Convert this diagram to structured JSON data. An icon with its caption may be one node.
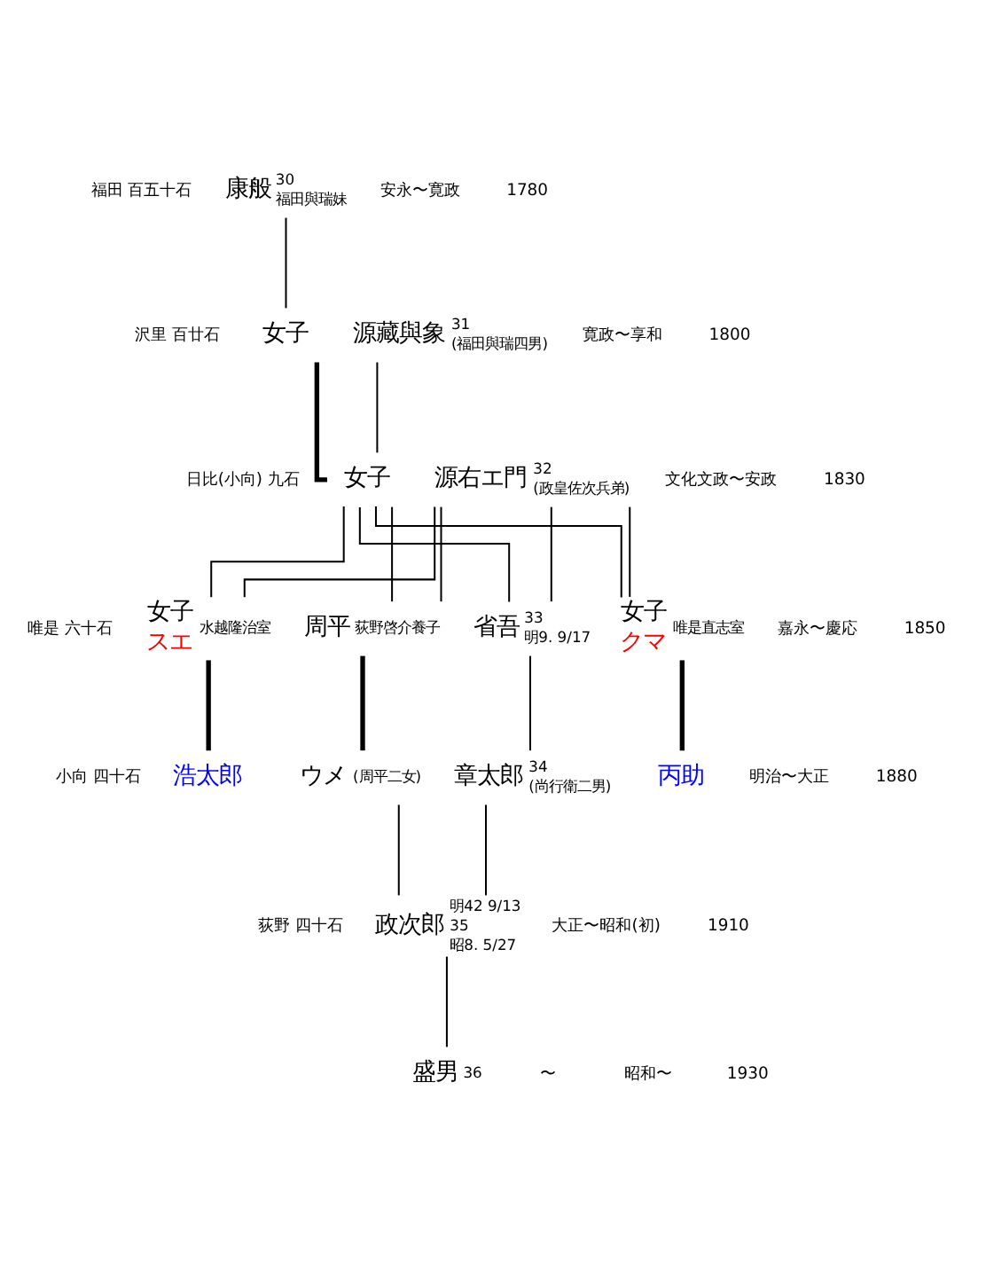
{
  "diagram": {
    "nodes": [
      {
        "text": [
          "康般"
        ],
        "beside": [
          "30",
          "福田與瑞妹"
        ]
      },
      {
        "text": [
          "女子"
        ]
      },
      {
        "text": [
          "源藏與象"
        ],
        "beside": [
          "31",
          "(福田與瑞四男)"
        ]
      },
      {
        "text": [
          "女子"
        ]
      },
      {
        "text": [
          "源右エ門"
        ],
        "beside": [
          "32",
          "(政皇佐次兵弟)"
        ]
      },
      {
        "text": [
          "女子",
          "スエ"
        ],
        "beside": [
          "水越隆治室"
        ]
      },
      {
        "text": [
          "浩太郎"
        ]
      },
      {
        "text": [
          "周平"
        ],
        "beside": [
          "荻野啓介養子"
        ]
      },
      {
        "text": [
          "ウメ"
        ],
        "beside": [
          "(周平二女)"
        ]
      },
      {
        "text": [
          "省吾"
        ],
        "beside": [
          "33",
          "明9. 9/17"
        ]
      },
      {
        "text": [
          "章太郎"
        ],
        "beside": [
          "34",
          "(尚行衛二男)"
        ]
      },
      {
        "text": [
          "政次郎"
        ],
        "beside": [
          "明42 9/13",
          "35",
          "昭8. 5/27"
        ]
      },
      {
        "text": [
          "盛男"
        ],
        "beside": [
          "36"
        ]
      },
      {
        "text": [
          "女子",
          "クマ"
        ],
        "beside": [
          "唯是直志室"
        ]
      },
      {
        "text": [
          "丙助"
        ]
      }
    ],
    "edges": [
      {
        "from": 0,
        "to": 1,
        "arrow": "none"
      },
      {
        "from": 1,
        "to": 3,
        "arrow": "none",
        "style": "thick"
      },
      {
        "from": 2,
        "to": 3,
        "arrow": "none"
      },
      {
        "from": 3,
        "to": 5,
        "arrow": "none"
      },
      {
        "from": 3,
        "to": 7,
        "arrow": "none"
      },
      {
        "from": 3,
        "to": 9,
        "arrow": "none"
      },
      {
        "from": 3,
        "to": 13,
        "arrow": "none"
      },
      {
        "from": 4,
        "to": 5,
        "arrow": "none"
      },
      {
        "from": 4,
        "to": 7,
        "arrow": "none"
      },
      {
        "from": 4,
        "to": 9,
        "arrow": "none"
      },
      {
        "from": 4,
        "to": 13,
        "arrow": "none"
      },
      {
        "from": 5,
        "to": 6,
        "arrow": "none",
        "style": "thick"
      },
      {
        "from": 7,
        "to": 8,
        "arrow": "none",
        "style": "thick"
      },
      {
        "from": 9,
        "to": 10,
        "arrow": "none"
      },
      {
        "from": 8,
        "to": 11,
        "arrow": "none"
      },
      {
        "from": 10,
        "to": 11,
        "arrow": "none"
      },
      {
        "from": 11,
        "to": 12,
        "arrow": "none"
      },
      {
        "from": 13,
        "to": 14,
        "arrow": "none",
        "style": "thick"
      }
    ],
    "labels": [
      "福田 百五十石",
      "沢里 百廿石",
      "日比(小向) 九石",
      "唯是 六十石",
      "小向 四十石",
      "荻野 四十石",
      "安永〜寛政",
      "1780",
      "寛政〜享和",
      "1800",
      "文化文政〜安政",
      "1830",
      "嘉永〜慶応",
      "1850",
      "明治〜大正",
      "1880",
      "大正〜昭和(初)",
      "1910",
      "〜",
      "昭和〜",
      "1930"
    ]
  }
}
